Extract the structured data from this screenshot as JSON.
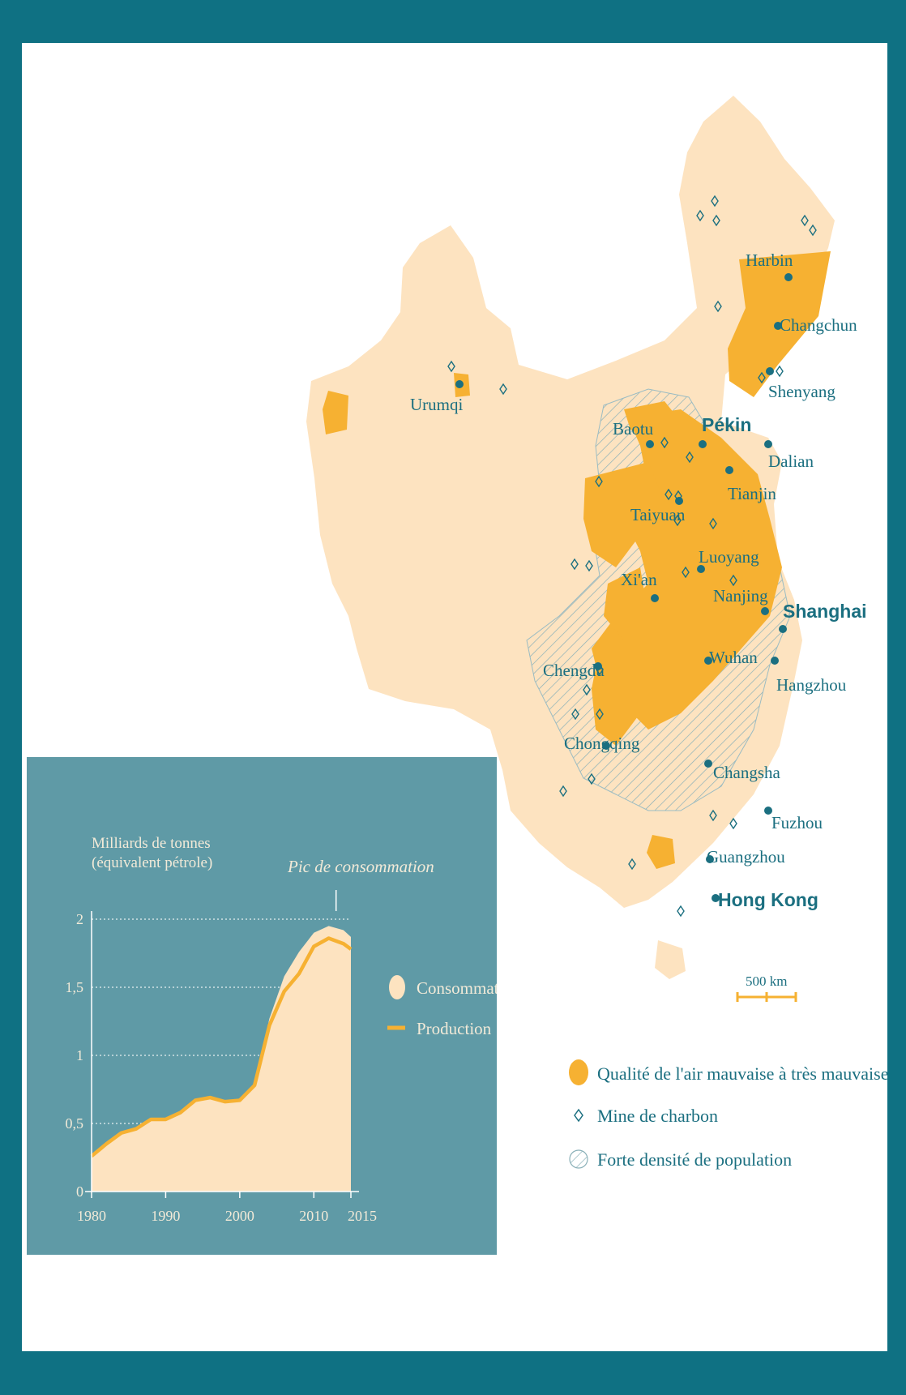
{
  "colors": {
    "background": "#0f7183",
    "land": "#fde3c0",
    "pollution": "#f6b132",
    "city": "#1b6f80",
    "chart_panel": "#5f9aa6",
    "consumption": "#fde3c0",
    "production": "#f6b132"
  },
  "map": {
    "cities": [
      {
        "name": "Urumqi",
        "major": false
      },
      {
        "name": "Harbin",
        "major": false
      },
      {
        "name": "Changchun",
        "major": false
      },
      {
        "name": "Shenyang",
        "major": false
      },
      {
        "name": "Pékin",
        "major": true
      },
      {
        "name": "Baotu",
        "major": false
      },
      {
        "name": "Dalian",
        "major": false
      },
      {
        "name": "Tianjin",
        "major": false
      },
      {
        "name": "Taiyuan",
        "major": false
      },
      {
        "name": "Luoyang",
        "major": false
      },
      {
        "name": "Xi'an",
        "major": false
      },
      {
        "name": "Nanjing",
        "major": false
      },
      {
        "name": "Shanghai",
        "major": true
      },
      {
        "name": "Wuhan",
        "major": false
      },
      {
        "name": "Hangzhou",
        "major": false
      },
      {
        "name": "Chengdu",
        "major": false
      },
      {
        "name": "Chongqing",
        "major": false
      },
      {
        "name": "Changsha",
        "major": false
      },
      {
        "name": "Fuzhou",
        "major": false
      },
      {
        "name": "Guangzhou",
        "major": false
      },
      {
        "name": "Hong Kong",
        "major": true
      }
    ],
    "scale_label": "500 km",
    "legend": [
      {
        "symbol": "orange-blob",
        "label": "Qualité de l'air mauvaise à très mauvaise"
      },
      {
        "symbol": "diamond",
        "label": "Mine de charbon"
      },
      {
        "symbol": "hatch",
        "label": "Forte densité de population"
      }
    ]
  },
  "chart_data": {
    "type": "area",
    "ylabel_line1": "Milliards de tonnes",
    "ylabel_line2": "(équivalent pétrole)",
    "annotation": "Pic de consommation",
    "annotation_x": 2013,
    "xlim": [
      1980,
      2015
    ],
    "ylim": [
      0,
      2
    ],
    "x_ticks": [
      1980,
      1990,
      2000,
      2010,
      2015
    ],
    "y_ticks": [
      {
        "value": 0,
        "label": "0"
      },
      {
        "value": 0.5,
        "label": "0,5"
      },
      {
        "value": 1,
        "label": "1"
      },
      {
        "value": 1.5,
        "label": "1,5"
      },
      {
        "value": 2,
        "label": "2"
      }
    ],
    "x": [
      1980,
      1982,
      1984,
      1986,
      1988,
      1990,
      1992,
      1994,
      1996,
      1998,
      2000,
      2002,
      2004,
      2006,
      2008,
      2010,
      2012,
      2014,
      2015
    ],
    "series": [
      {
        "name": "Consommation",
        "values": [
          0.25,
          0.34,
          0.43,
          0.47,
          0.53,
          0.54,
          0.59,
          0.67,
          0.69,
          0.67,
          0.68,
          0.79,
          1.27,
          1.58,
          1.76,
          1.9,
          1.95,
          1.92,
          1.87
        ]
      },
      {
        "name": "Production",
        "values": [
          0.26,
          0.35,
          0.43,
          0.46,
          0.53,
          0.53,
          0.58,
          0.67,
          0.69,
          0.66,
          0.67,
          0.78,
          1.22,
          1.47,
          1.6,
          1.8,
          1.86,
          1.82,
          1.78
        ]
      }
    ]
  }
}
